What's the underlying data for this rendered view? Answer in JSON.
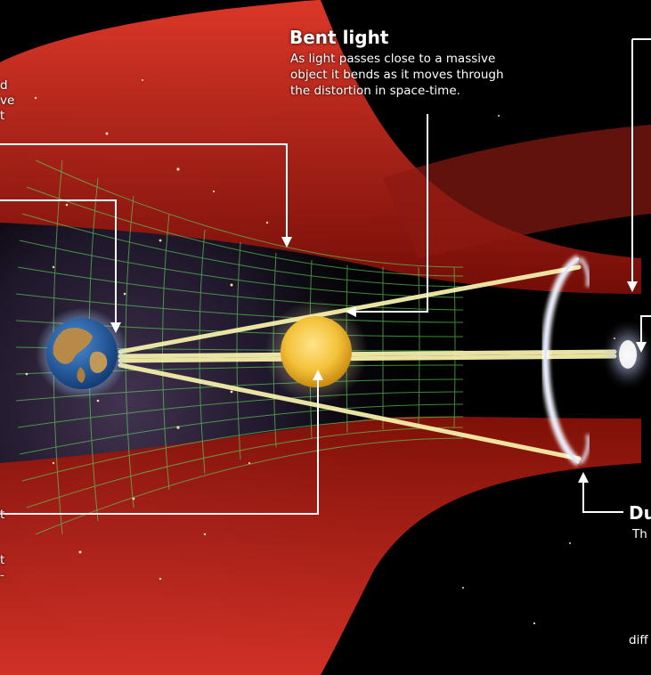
{
  "callouts": {
    "bent_light": {
      "title": "Bent light",
      "lines": [
        "As light passes close to a massive",
        "object it bends as it moves through",
        "the distortion in space-time."
      ]
    },
    "left_top": {
      "fragments": [
        "d",
        "ve",
        "t"
      ]
    },
    "left_bottom": {
      "fragments": [
        "t",
        "t",
        "-"
      ]
    },
    "right_dual": {
      "title": "Du",
      "fragments": [
        "Th",
        "diff"
      ]
    }
  },
  "colors": {
    "background": "#000000",
    "warp_sheet": "#c8261c",
    "grid": "#5fd35a",
    "light_beam": "#f4efaa",
    "leader_line": "#ffffff",
    "sun": "#f4c23a",
    "earth_ocean": "#1f5fae",
    "earth_land": "#b88a4a"
  },
  "icons": [
    "earth-icon",
    "sun-icon",
    "galaxy-icon"
  ]
}
